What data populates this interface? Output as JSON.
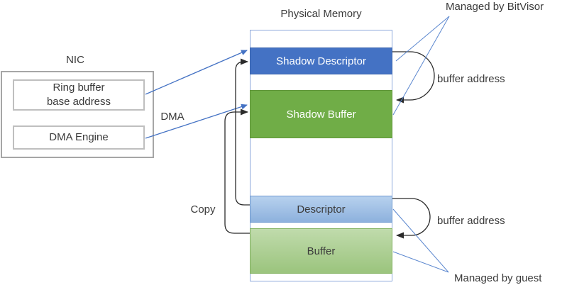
{
  "title": "Physical Memory",
  "nic": {
    "title": "NIC",
    "ring_buffer_line1": "Ring buffer",
    "ring_buffer_line2": "base address",
    "dma_engine": "DMA Engine"
  },
  "memory": {
    "blocks": [
      {
        "label": "Shadow Descriptor",
        "fill": "#4472C4",
        "text_color": "#FFFFFF"
      },
      {
        "label": "Shadow Buffer",
        "fill": "#70AD47",
        "text_color": "#FFFFFF"
      },
      {
        "label": "Descriptor",
        "fill": "#9DC3E6",
        "text_color": "#3B3B3B"
      },
      {
        "label": "Buffer",
        "fill": "#A9D18E",
        "text_color": "#3B3B3B"
      }
    ]
  },
  "labels": {
    "dma": "DMA",
    "copy": "Copy",
    "buffer_address_top": "buffer address",
    "buffer_address_bottom": "buffer address",
    "managed_by_bitvisor": "Managed by BitVisor",
    "managed_by_guest": "Managed by guest"
  },
  "colors": {
    "arrow_blue": "#4472C4",
    "connector_dark": "#3B3B3B",
    "memory_box_border": "#8EA9DB",
    "nic_box_border": "#A6A6A6",
    "inner_box_border": "#BFBFBF"
  }
}
